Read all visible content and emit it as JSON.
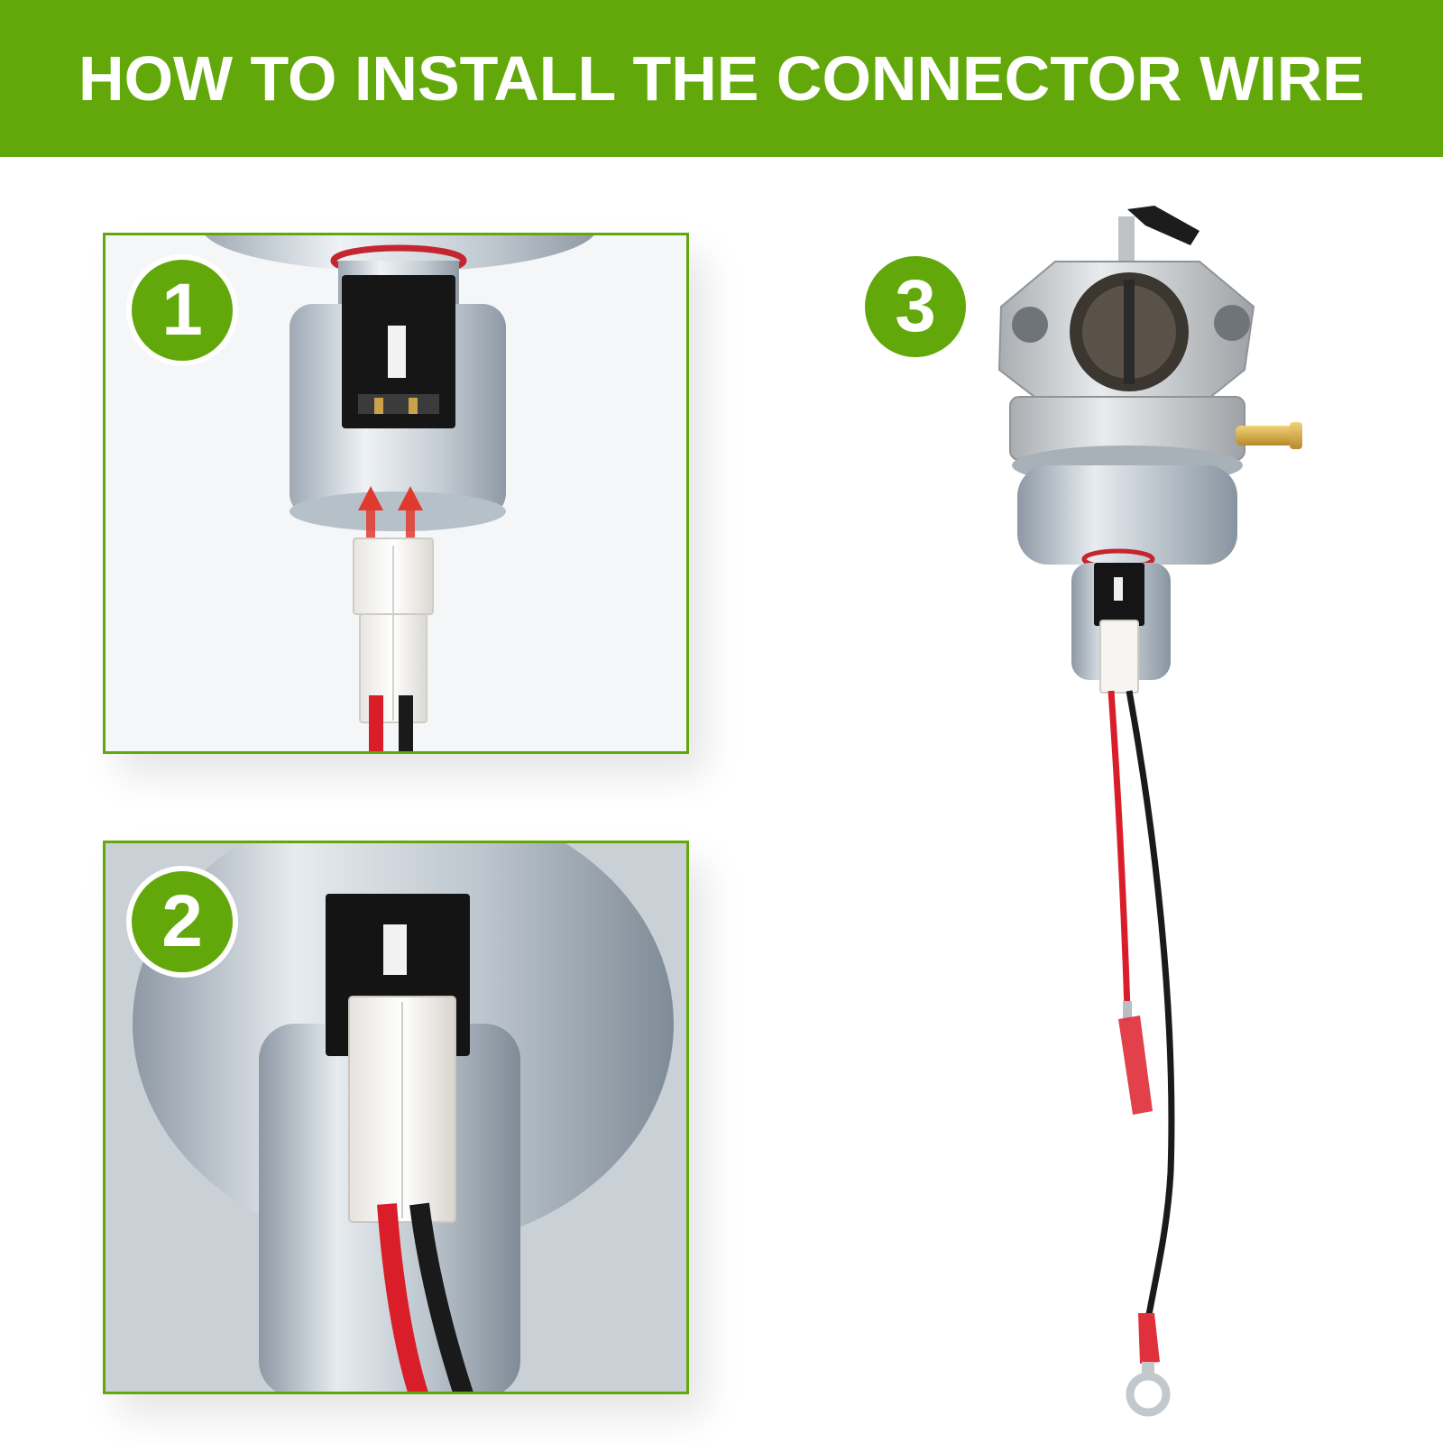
{
  "header": {
    "title": "HOW TO INSTALL THE CONNECTOR WIRE"
  },
  "steps": [
    {
      "number": "1"
    },
    {
      "number": "2"
    },
    {
      "number": "3"
    }
  ],
  "colors": {
    "brand_green": "#62a80a",
    "wire_red": "#d91e2a",
    "wire_black": "#1a1a1a",
    "arrow_red": "#e03a2f"
  },
  "icons": {
    "arrow": "up-arrow-icon"
  }
}
